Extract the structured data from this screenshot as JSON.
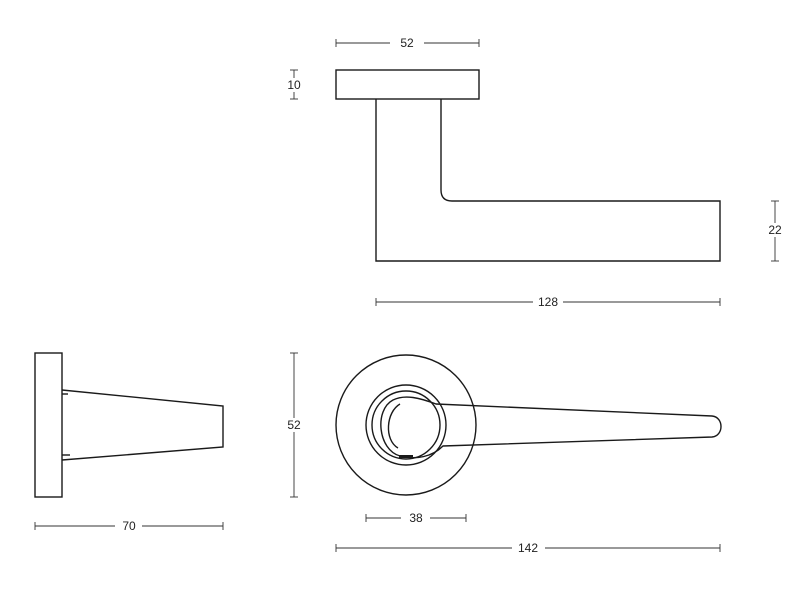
{
  "dimensions": {
    "rose_width": "52",
    "rose_thickness": "10",
    "lever_height": "22",
    "lever_length": "128",
    "side_length": "70",
    "rose_diameter": "52",
    "spindle_diameter": "38",
    "overall_length": "142"
  },
  "colors": {
    "line": "#1a1a1a",
    "dimension": "#333333",
    "background": "#ffffff"
  }
}
